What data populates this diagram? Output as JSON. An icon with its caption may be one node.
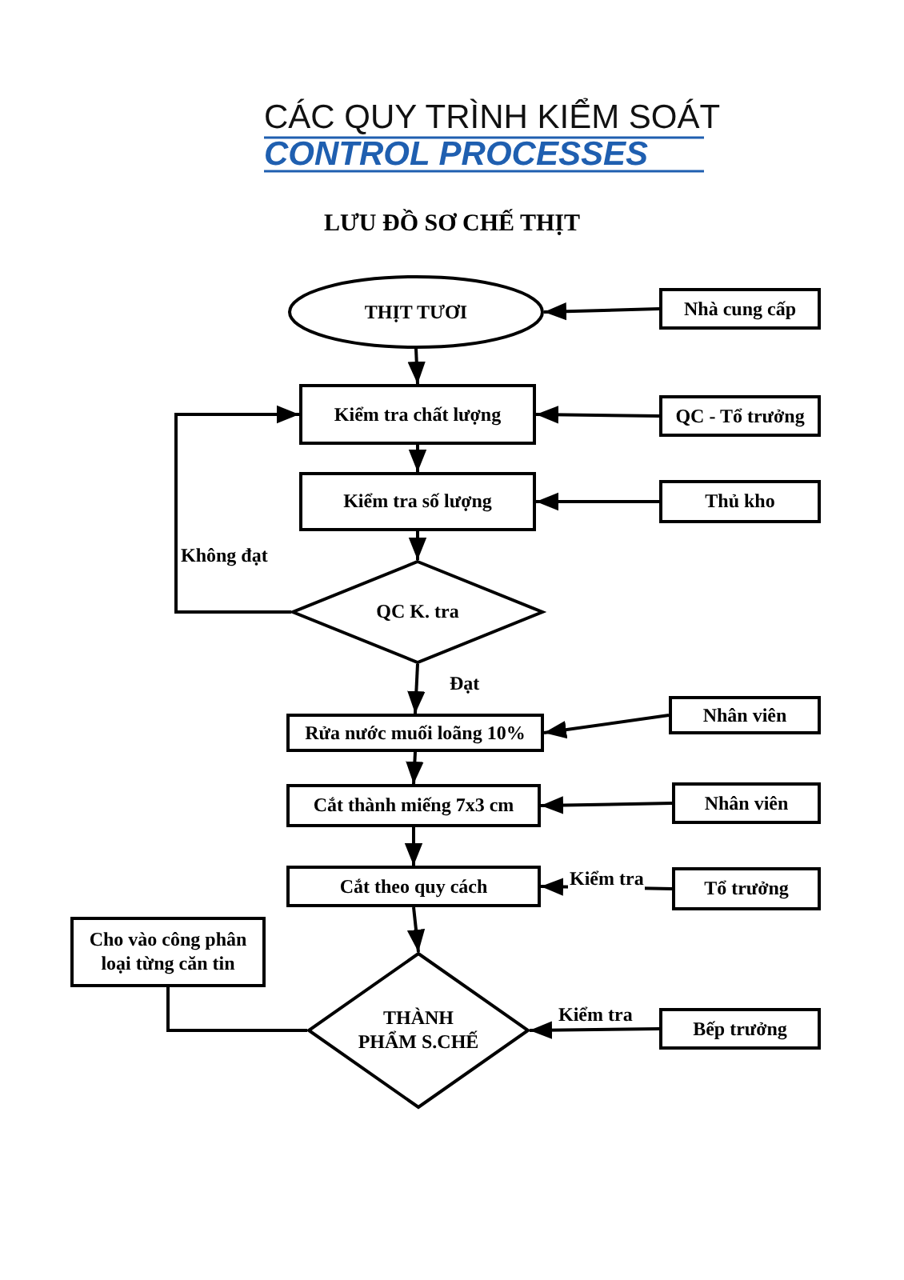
{
  "diagram": {
    "title": "LƯU ĐỒ SƠ CHẾ THỊT",
    "nodes": [
      {
        "text": [
          "THỊT TƯƠI"
        ]
      },
      {
        "text": [
          "Nhà cung cấp"
        ]
      },
      {
        "text": [
          "Kiểm tra chất lượng"
        ]
      },
      {
        "text": [
          "QC - Tổ trưởng"
        ]
      },
      {
        "text": [
          "Kiểm tra số lượng"
        ]
      },
      {
        "text": [
          "Thủ kho"
        ]
      },
      {
        "text": [
          "QC K. tra"
        ]
      },
      {
        "text": [
          "Rửa nước muối loãng 10%"
        ]
      },
      {
        "text": [
          "Nhân viên"
        ]
      },
      {
        "text": [
          "Cắt thành miếng 7x3 cm"
        ]
      },
      {
        "text": [
          "Nhân viên"
        ]
      },
      {
        "text": [
          "Cắt theo quy cách"
        ]
      },
      {
        "text": [
          "Tổ trưởng"
        ]
      },
      {
        "text": [
          "Cho vào công phân loại từng căn tin"
        ]
      },
      {
        "text": [
          "THÀNH PHẨM S.CHẾ"
        ]
      },
      {
        "text": [
          "Bếp trưởng"
        ]
      }
    ],
    "edges": [
      {
        "from": 0,
        "to": 2,
        "arrow": "to"
      },
      {
        "from": 1,
        "to": 0,
        "arrow": "to"
      },
      {
        "from": 2,
        "to": 4,
        "arrow": "to"
      },
      {
        "from": 3,
        "to": 2,
        "arrow": "to"
      },
      {
        "from": 4,
        "to": 6,
        "arrow": "to"
      },
      {
        "from": 5,
        "to": 4,
        "arrow": "to"
      },
      {
        "from": 6,
        "to": 2,
        "arrow": "to",
        "label": "Không đạt"
      },
      {
        "from": 6,
        "to": 7,
        "arrow": "to",
        "label": "Đạt"
      },
      {
        "from": 8,
        "to": 7,
        "arrow": "to"
      },
      {
        "from": 7,
        "to": 9,
        "arrow": "to"
      },
      {
        "from": 10,
        "to": 9,
        "arrow": "to"
      },
      {
        "from": 9,
        "to": 11,
        "arrow": "to"
      },
      {
        "from": 12,
        "to": 11,
        "arrow": "to",
        "label": "Kiểm tra"
      },
      {
        "from": 11,
        "to": 14,
        "arrow": "to"
      },
      {
        "from": 15,
        "to": 14,
        "arrow": "to",
        "label": "Kiểm tra"
      },
      {
        "from": 14,
        "to": 13,
        "arrow": "none"
      }
    ],
    "labels": [
      "CÁC QUY TRÌNH KIỂM SOÁT",
      "CONTROL PROCESSES"
    ]
  }
}
